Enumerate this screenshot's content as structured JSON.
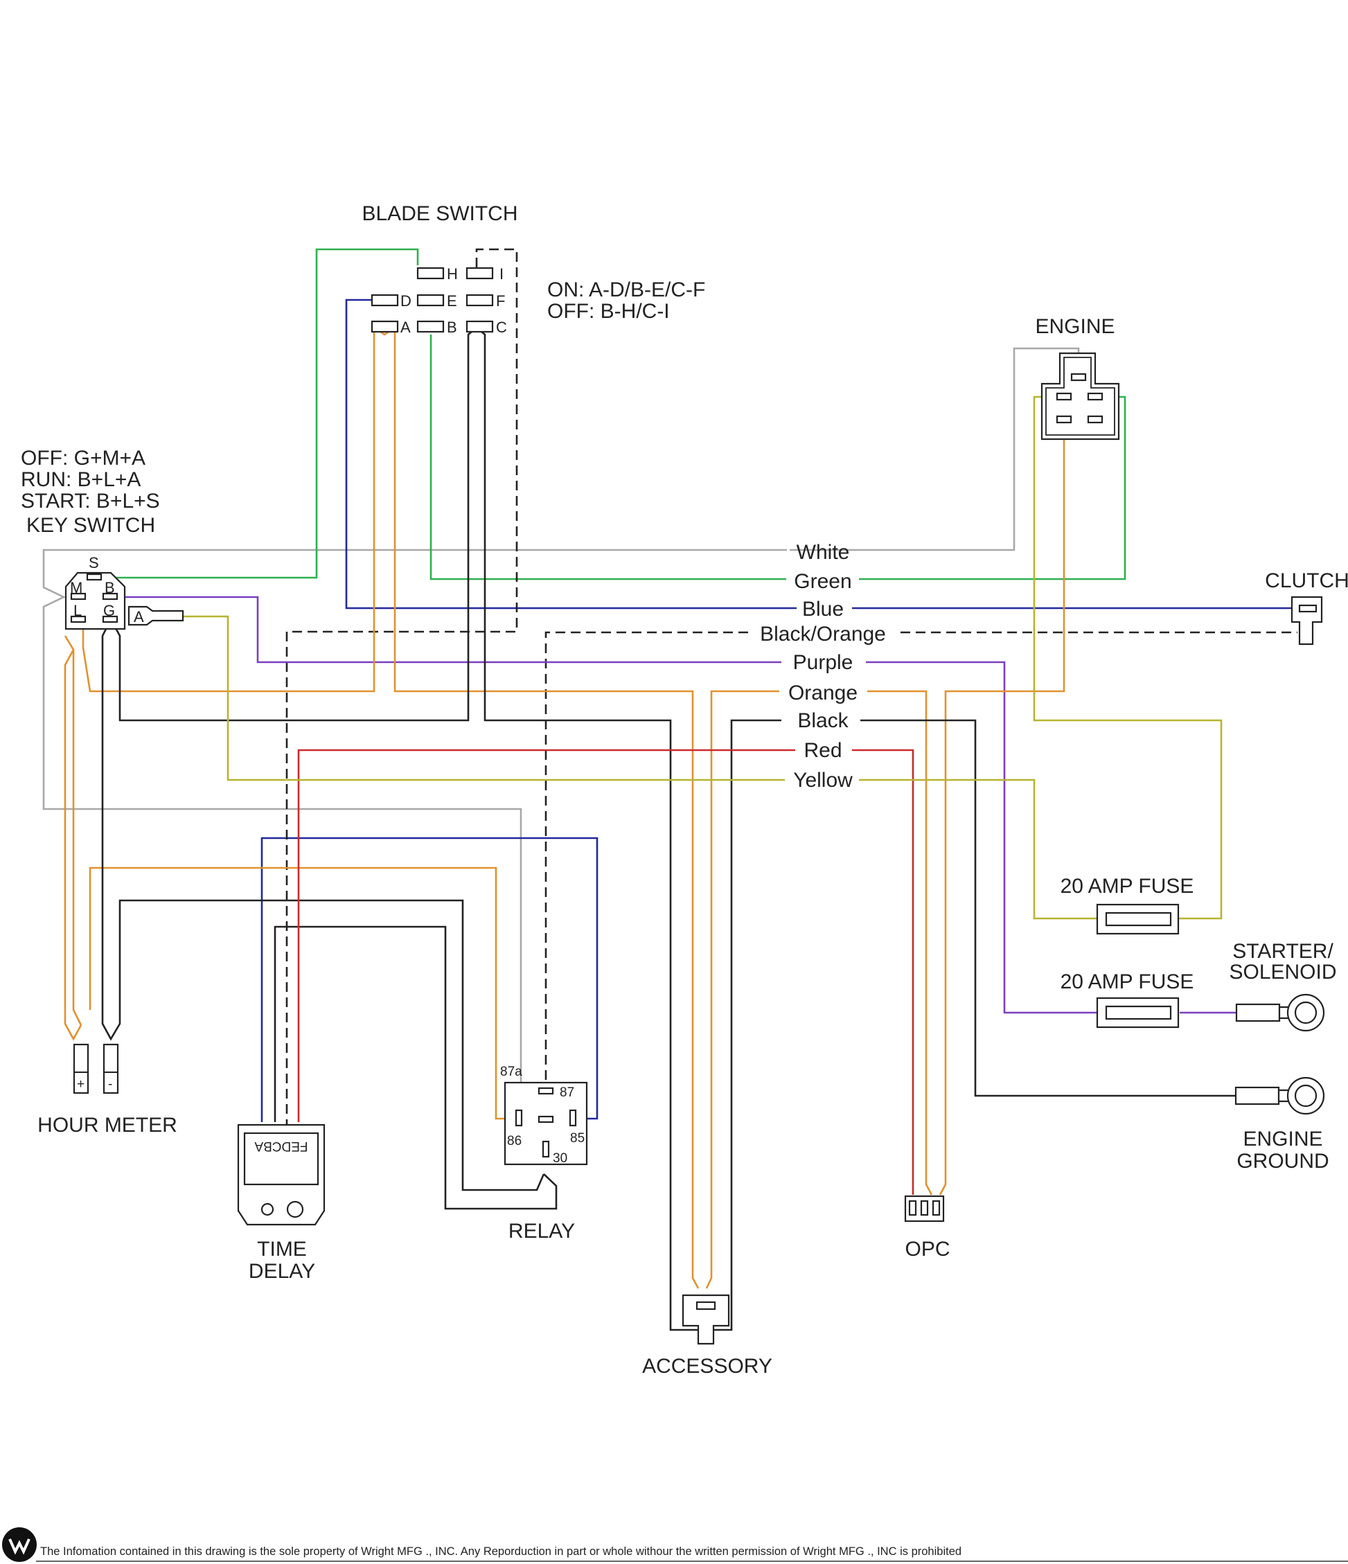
{
  "colors": {
    "white": "#a8a8a8",
    "green": "#2db04f",
    "blue": "#22289c",
    "black": "#222222",
    "purple": "#7a3fc0",
    "orange": "#e1912f",
    "red": "#cc2a2a",
    "yellow": "#b7b430"
  },
  "labels": {
    "blade_switch": "BLADE SWITCH",
    "blade_on": "ON:  A-D/B-E/C-F",
    "blade_off": "OFF: B-H/C-I",
    "engine": "ENGINE",
    "clutch": "CLUTCH",
    "key_off": "OFF:   G+M+A",
    "key_run": "RUN:   B+L+A",
    "key_start": "START: B+L+S",
    "key_switch": "KEY SWITCH",
    "hour_meter": "HOUR METER",
    "time_delay_1": "TIME",
    "time_delay_2": "DELAY",
    "relay": "RELAY",
    "accessory": "ACCESSORY",
    "opc": "OPC",
    "fuse_1": "20 AMP FUSE",
    "fuse_2": "20 AMP FUSE",
    "starter_1": "STARTER/",
    "starter_2": "SOLENOID",
    "engine_ground_1": "ENGINE",
    "engine_ground_2": "GROUND"
  },
  "wire_labels": {
    "white": "White",
    "green": "Green",
    "blue": "Blue",
    "black_orange": "Black/Orange",
    "purple": "Purple",
    "orange": "Orange",
    "black": "Black",
    "red": "Red",
    "yellow": "Yellow"
  },
  "pins": {
    "blade": [
      "H",
      "I",
      "D",
      "E",
      "F",
      "A",
      "B",
      "C"
    ],
    "key": [
      "S",
      "M",
      "B",
      "L",
      "G",
      "A"
    ],
    "hour_meter": [
      "+",
      "-"
    ],
    "relay": [
      "87a",
      "87",
      "86",
      "85",
      "30"
    ],
    "time_delay": "FEDCBA"
  },
  "footer": "The Infomation contained in this drawing is the sole property of Wright MFG ., INC. Any Reporduction in part or whole withour the written permission of Wright MFG ., INC is prohibited"
}
